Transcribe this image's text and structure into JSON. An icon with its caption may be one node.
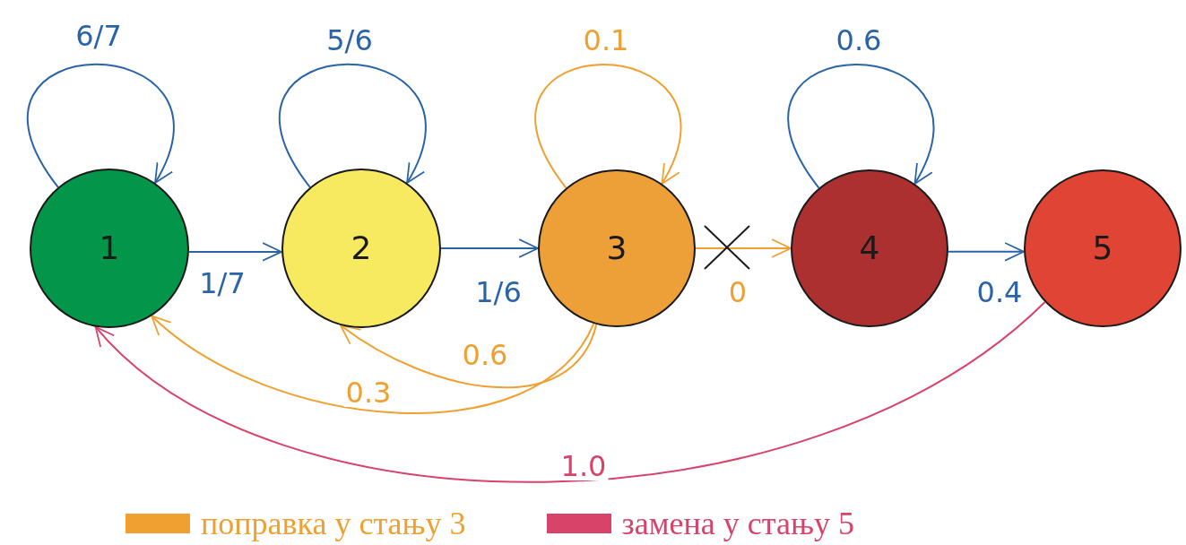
{
  "diagram": {
    "nodes": [
      {
        "text": [
          "1"
        ]
      },
      {
        "text": [
          "2"
        ]
      },
      {
        "text": [
          "3"
        ]
      },
      {
        "text": [
          "4"
        ]
      },
      {
        "text": [
          "5"
        ]
      }
    ],
    "edges": [
      {
        "from": 0,
        "to": 0,
        "arrow": "to",
        "label": "6/7"
      },
      {
        "from": 1,
        "to": 1,
        "arrow": "to",
        "label": "5/6"
      },
      {
        "from": 2,
        "to": 2,
        "arrow": "to",
        "label": "0.1",
        "color": "#f0a030"
      },
      {
        "from": 3,
        "to": 3,
        "arrow": "to",
        "label": "0.6"
      },
      {
        "from": 0,
        "to": 1,
        "arrow": "to",
        "label": "1/7"
      },
      {
        "from": 1,
        "to": 2,
        "arrow": "to",
        "label": "1/6"
      },
      {
        "from": 2,
        "to": 3,
        "arrow": "to",
        "label": "0",
        "color": "#f0a030"
      },
      {
        "from": 3,
        "to": 4,
        "arrow": "to",
        "label": "0.4"
      },
      {
        "from": 2,
        "to": 1,
        "arrow": "to",
        "label": "0.6",
        "color": "#f0a030"
      },
      {
        "from": 2,
        "to": 0,
        "arrow": "to",
        "label": "0.3",
        "color": "#f0a030"
      },
      {
        "from": 4,
        "to": 0,
        "arrow": "to",
        "label": "1.0",
        "color": "#d8436a"
      }
    ],
    "legend": [
      {
        "text": "поправка у стању 3",
        "color": "#f0a030"
      },
      {
        "text": "замена у стању 5",
        "color": "#d8436a"
      }
    ]
  }
}
